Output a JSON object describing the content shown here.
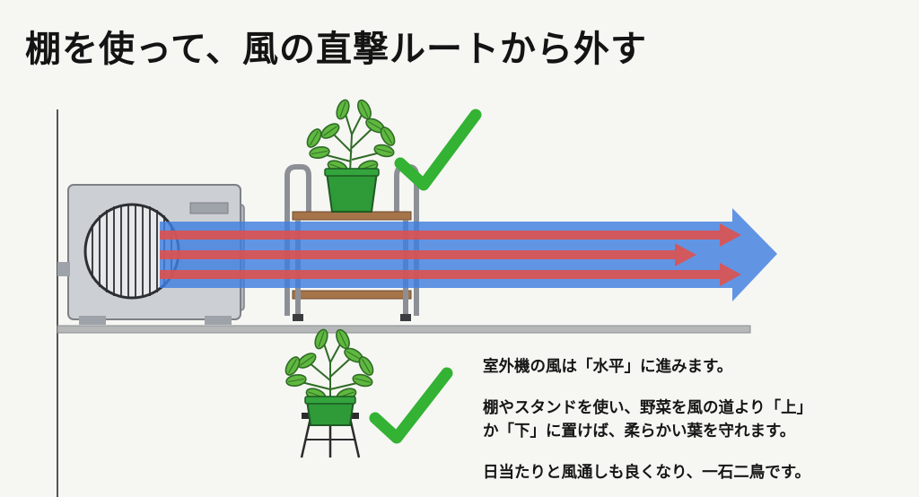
{
  "title": "棚を使って、風の直撃ルートから外す",
  "description": {
    "line1": "室外機の風は「水平」に進みます。",
    "line2": "棚やスタンドを使い、野菜を風の道より「上」",
    "line3": "か「下」に置けば、柔らかい葉を守れます。",
    "line4": "日当たりと風通しも良くなり、一石二鳥です。"
  },
  "colors": {
    "wind_arrow_blue": "#3f7fe0",
    "wind_arrow_red": "#e0504a",
    "check_green": "#33b233",
    "pot_green": "#2f9a38",
    "unit_gray": "#c9ccd0",
    "shelf_wood": "#9a6e46"
  },
  "icons": [
    "outdoor-ac-unit-icon",
    "fan-grille-icon",
    "plant-pot-icon",
    "shelf-icon",
    "checkmark-icon",
    "plant-stand-icon"
  ]
}
